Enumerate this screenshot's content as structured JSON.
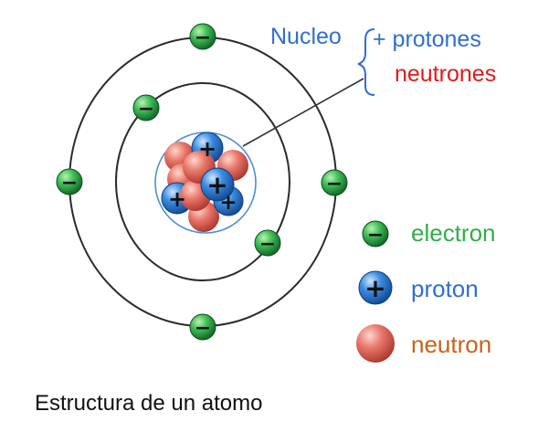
{
  "labels": {
    "nucleo": "Nucleo",
    "protones": "+ protones",
    "neutrones": "neutrones"
  },
  "legend": {
    "electron": "electron",
    "proton": "proton",
    "neutron": "neutron"
  },
  "caption": "Estructura de un atomo",
  "symbols": {
    "minus": "−",
    "plus": "+"
  },
  "colors": {
    "orbit": "#2b2b2b",
    "electron": "#2fae4a",
    "proton": "#2f7fd6",
    "neutron": "#e0685a",
    "nucleus_ring": "#4a8fd8",
    "nucleo_text": "#2f6fd0",
    "neutrones_text": "#e11a1a",
    "electron_text": "#2fae4a",
    "neutron_text": "#c8621a"
  },
  "icons": [
    "electron-icon",
    "proton-icon",
    "neutron-icon",
    "brace-icon"
  ]
}
